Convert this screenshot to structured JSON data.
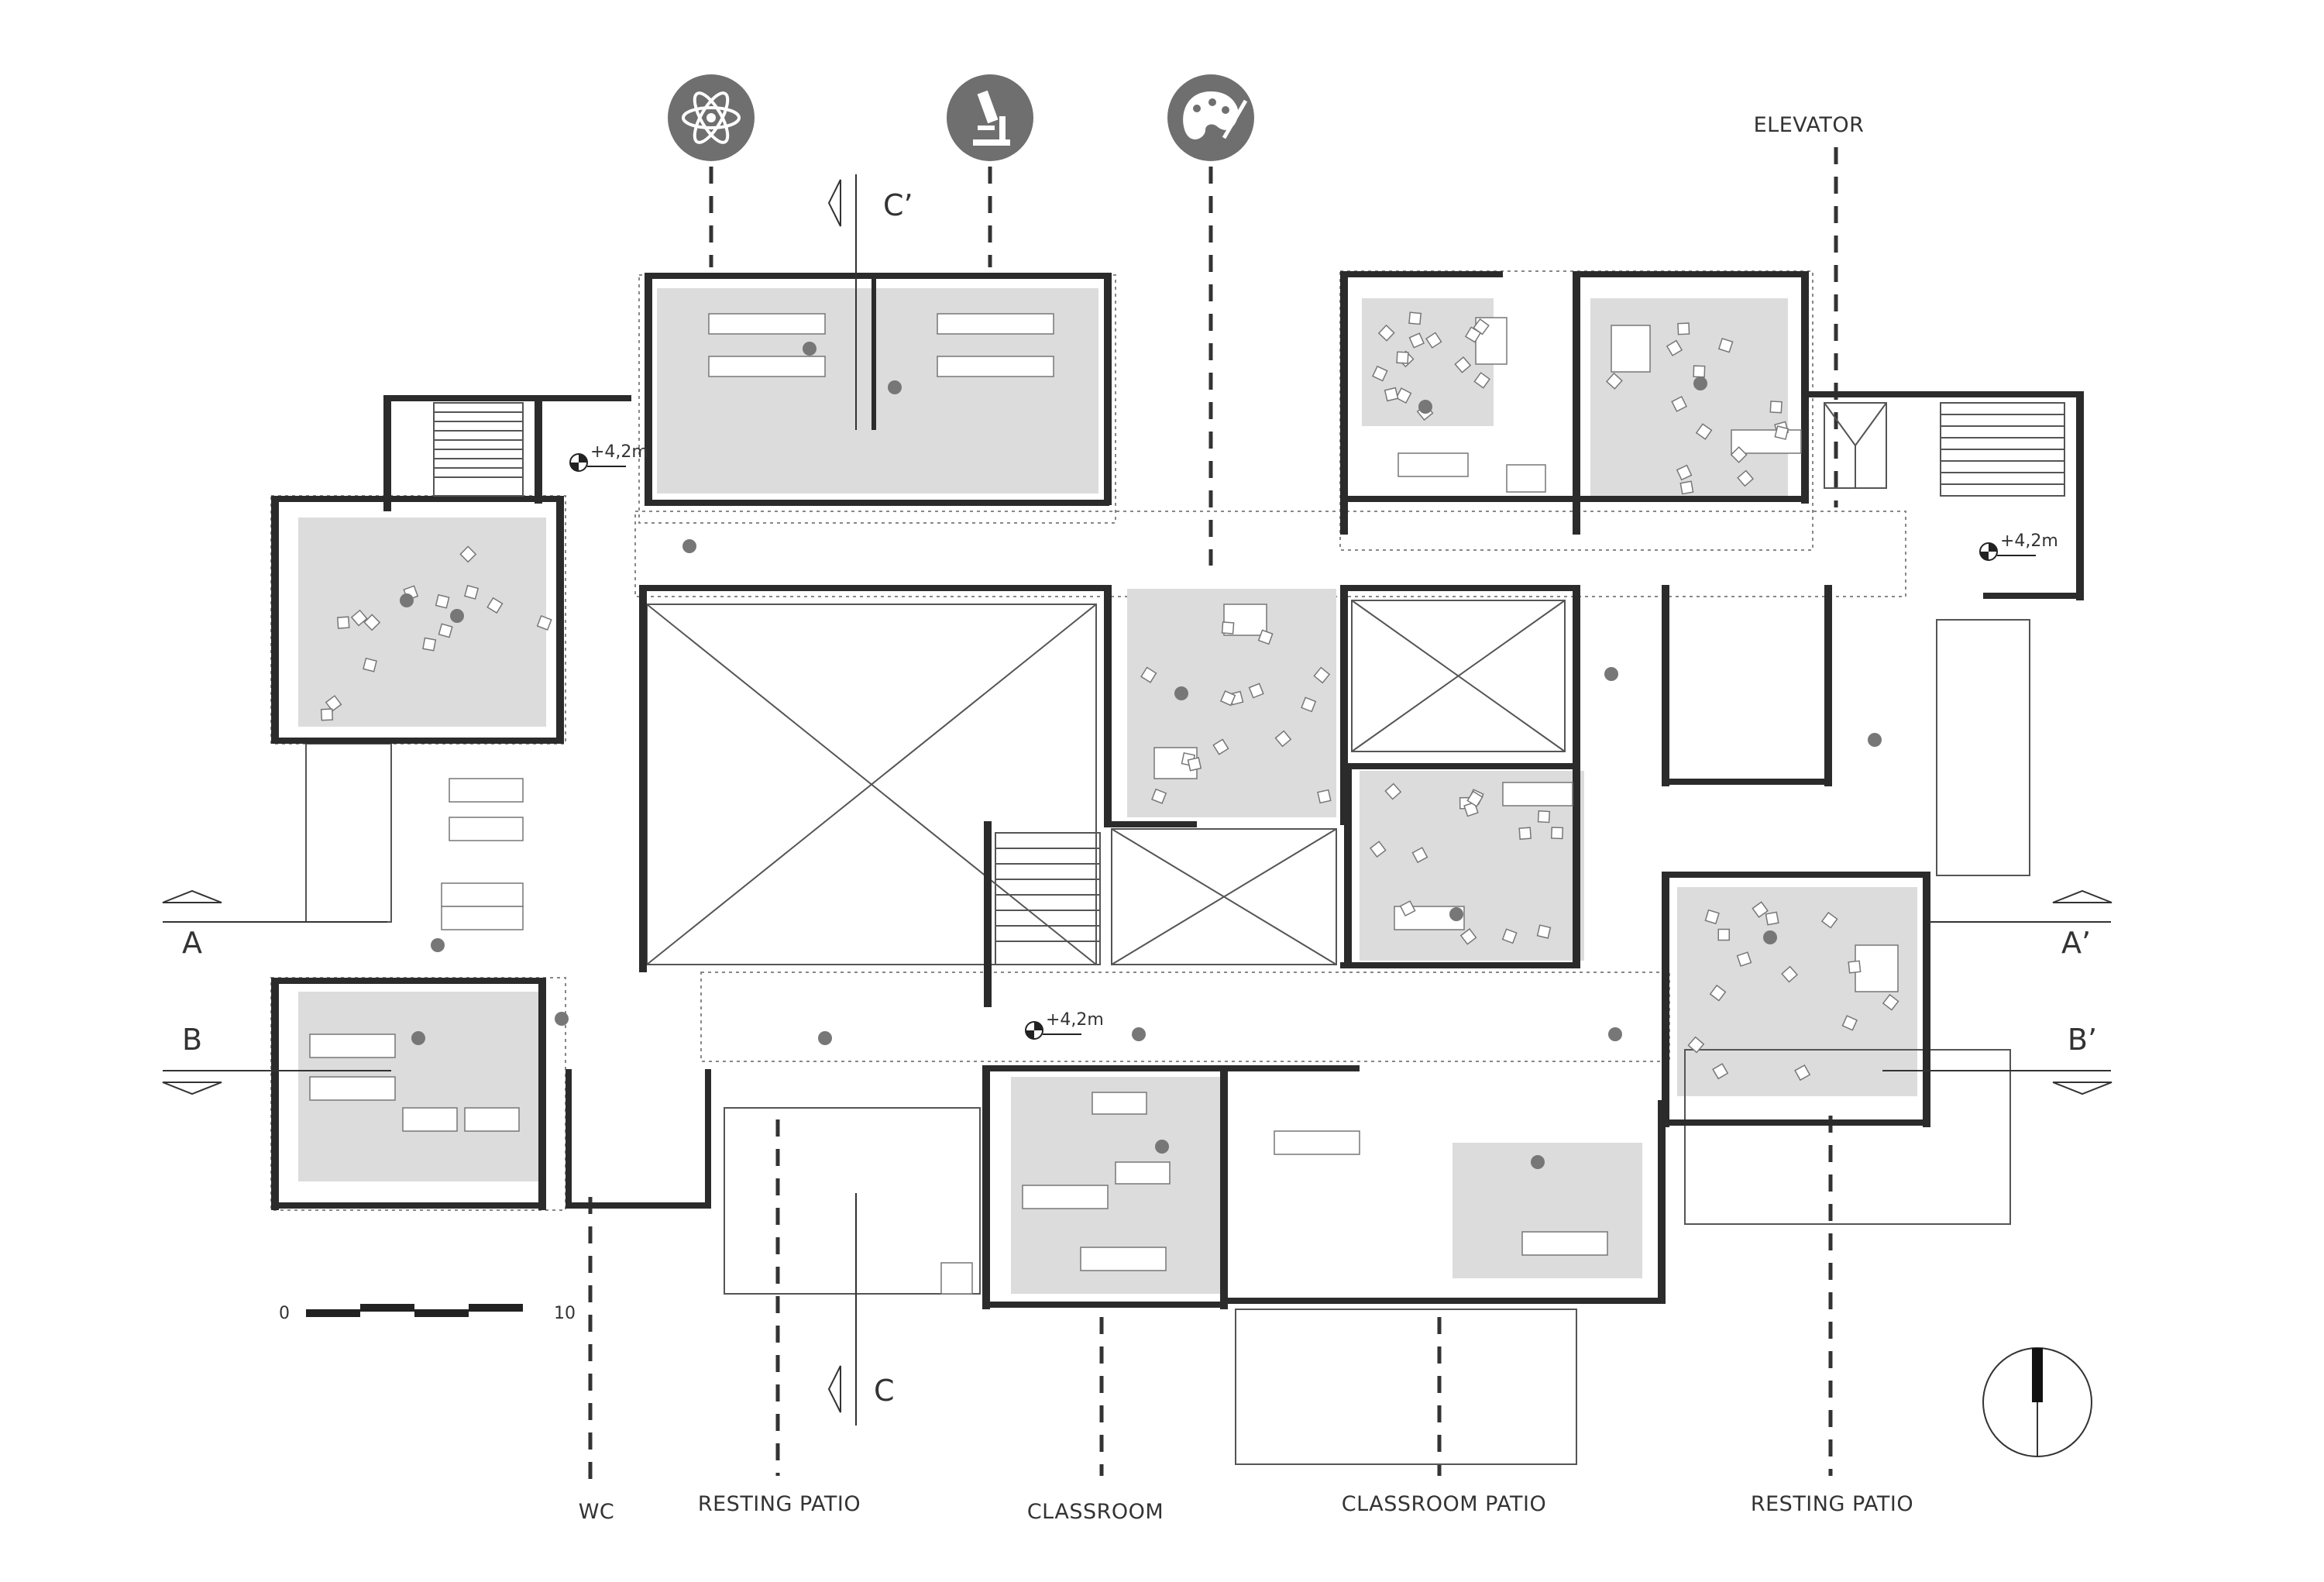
{
  "icons": [
    {
      "name": "atom-icon",
      "color": "#6f6f6f"
    },
    {
      "name": "microscope-icon",
      "color": "#6f6f6f"
    },
    {
      "name": "palette-icon",
      "color": "#6f6f6f"
    }
  ],
  "labels": {
    "elevator": "ELEVATOR",
    "wc": "WC",
    "resting_patio_left": "RESTING PATIO",
    "classroom": "CLASSROOM",
    "classroom_patio": "CLASSROOM PATIO",
    "resting_patio_right": "RESTING PATIO"
  },
  "sections": {
    "a": "A",
    "a_prime": "A’",
    "b": "B",
    "b_prime": "B’",
    "c": "C",
    "c_prime": "C’"
  },
  "elevations": [
    "+4,2m",
    "+4,2m",
    "+4,2m"
  ],
  "scale_bar": {
    "start": "0",
    "end": "10"
  },
  "colors": {
    "walls": "#2b2b2b",
    "room_fill": "#dcdcdc",
    "icon_bg": "#6f6f6f"
  }
}
